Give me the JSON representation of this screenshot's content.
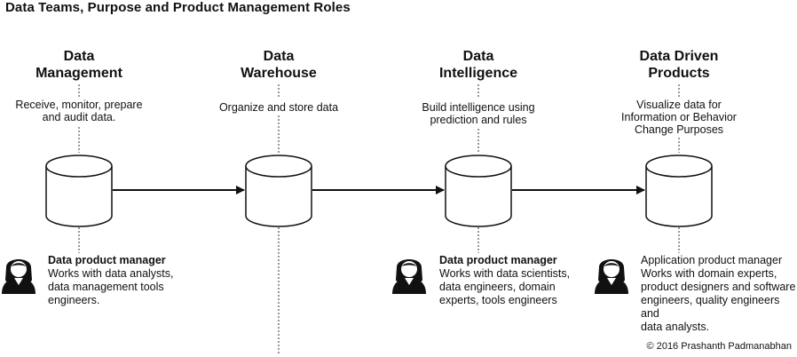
{
  "title": "Data Teams, Purpose and Product Management Roles",
  "columns": [
    {
      "title_line1": "Data",
      "title_line2": "Management",
      "desc_line1": "Receive, monitor, prepare",
      "desc_line2": "and audit data.",
      "desc_line3": "",
      "role_title": "Data product manager",
      "role_lines": [
        "Works with data analysts,",
        "data management tools",
        "engineers.",
        ""
      ]
    },
    {
      "title_line1": "Data",
      "title_line2": "Warehouse",
      "desc_line1": "Organize and store data",
      "desc_line2": "",
      "desc_line3": ""
    },
    {
      "title_line1": "Data",
      "title_line2": "Intelligence",
      "desc_line1": "Build intelligence using",
      "desc_line2": "prediction and rules",
      "desc_line3": "",
      "role_title": "Data product manager",
      "role_lines": [
        "Works with data scientists,",
        "data engineers, domain",
        "experts, tools engineers",
        ""
      ]
    },
    {
      "title_line1": "Data Driven",
      "title_line2": "Products",
      "desc_line1": "Visualize data for",
      "desc_line2": "Information or Behavior",
      "desc_line3": "Change Purposes",
      "role_title": "Application product manager",
      "role_lines": [
        "Works with domain experts,",
        "product designers and software",
        "engineers, quality engineers and",
        "data analysts."
      ]
    }
  ],
  "copyright": "© 2016 Prashanth Padmanabhan"
}
